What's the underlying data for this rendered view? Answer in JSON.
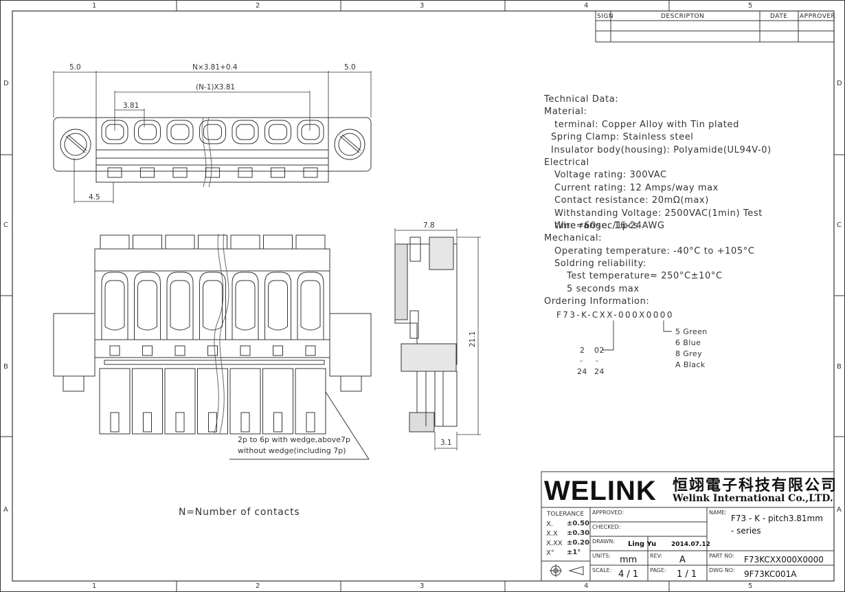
{
  "zones": {
    "columns": [
      "1",
      "2",
      "3",
      "4",
      "5"
    ],
    "rows": [
      "D",
      "C",
      "B",
      "A"
    ]
  },
  "revision_table": {
    "headers": [
      "SIGN",
      "DESCRIPTON",
      "DATE",
      "APPROVER"
    ]
  },
  "dimensions": {
    "left_margin": "5.0",
    "overall": "N×3.81+0.4",
    "right_margin": "5.0",
    "span": "(N-1)X3.81",
    "pitch": "3.81",
    "offset": "4.5",
    "side_width": "7.8",
    "height": "21.1",
    "bottom": "3.1"
  },
  "technical": {
    "lines": [
      {
        "text": "Technical Data:",
        "indent": 0
      },
      {
        "text": "Material:",
        "indent": 0
      },
      {
        "text": "terminal: Copper Alloy with Tin plated",
        "indent": 1
      },
      {
        "text": "Spring Clamp: Stainless steel",
        "indent": 1
      },
      {
        "text": "Insulator body(housing): Polyamide(UL94V-0)",
        "indent": 3
      },
      {
        "text": "Electrical",
        "indent": 0
      },
      {
        "text": "Voltage rating: 300VAC",
        "indent": 1
      },
      {
        "text": "Current rating: 12 Amps/way max",
        "indent": 1
      },
      {
        "text": "Contact resistance: 20mΩ(max)",
        "indent": 1
      },
      {
        "text": "Withstanding Voltage: 2500VAC(1min) Test time=60sec/1pcs",
        "indent": 1
      },
      {
        "text": "Wire range: 16-24AWG",
        "indent": 1
      },
      {
        "text": "Mechanical:",
        "indent": 0
      },
      {
        "text": "Operating temperature: -40°C to +105°C",
        "indent": 1
      },
      {
        "text": "Soldring reliability:",
        "indent": 1
      },
      {
        "text": "Test temperature= 250°C±10°C",
        "indent": 2
      },
      {
        "text": "5 seconds max",
        "indent": 2
      },
      {
        "text": "Ordering Information:",
        "indent": 0
      }
    ]
  },
  "ordering": {
    "code": "F73-K-CXX-000X0000",
    "pin_options": [
      "2",
      "-",
      "24"
    ],
    "pin_codes": [
      "02",
      "-",
      "24"
    ],
    "colors": [
      "5 Green",
      "6 Blue",
      "8 Grey",
      "A Black"
    ]
  },
  "notes": {
    "wedge_line1": "2p to 6p with wedge,above7p",
    "wedge_line2": "without wedge(including 7p)",
    "n_def": "N=Number of contacts"
  },
  "title_block": {
    "brand": "WELINK",
    "company_cn": "恒翊電子科技有限公司",
    "company_en": "Welink International Co.,LTD.",
    "tolerance_label": "TOLERANCE",
    "tolerances": [
      {
        "key": "X.",
        "val": "±0.50"
      },
      {
        "key": "X.X",
        "val": "±0.30"
      },
      {
        "key": "X.XX",
        "val": "±0.20"
      },
      {
        "key": "X°",
        "val": "±1°"
      }
    ],
    "approved_label": "APPROVED:",
    "checked_label": "CHECKED:",
    "drawn_label": "DRAWN:",
    "drawn_by": "Ling Yu",
    "drawn_date": "2014.07.12",
    "units_label": "UNITS:",
    "units": "mm",
    "rev_label": "REV:",
    "rev": "A",
    "scale_label": "SCALE:",
    "scale": "4 / 1",
    "page_label": "PAGE:",
    "page": "1 / 1",
    "name_label": "NAME:",
    "name_line1": "F73 - K - pitch3.81mm",
    "name_line2": "- series",
    "part_label": "PART NO:",
    "part_no": "F73KCXX000X0000",
    "dwg_label": "DWG NO:",
    "dwg_no": "9F73KC001A"
  }
}
